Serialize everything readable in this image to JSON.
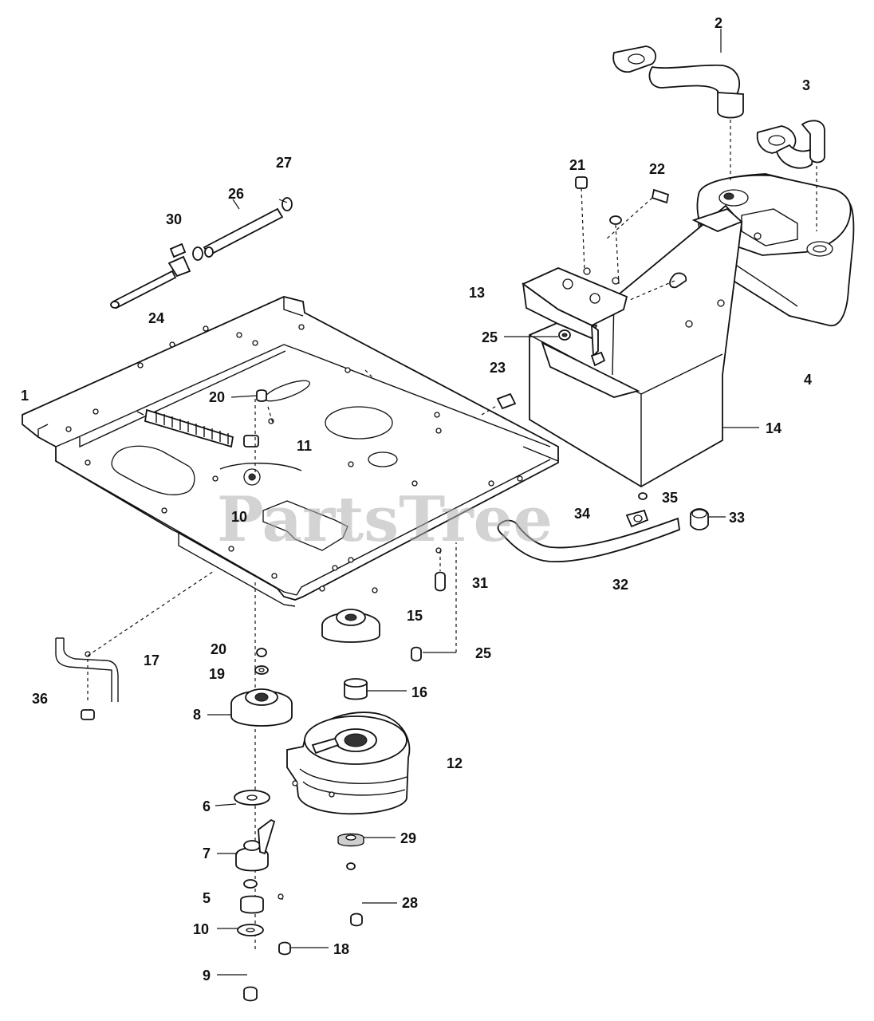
{
  "watermark": "PartsTree",
  "callouts": [
    "1",
    "2",
    "3",
    "4",
    "5",
    "6",
    "7",
    "8",
    "9",
    "10",
    "10",
    "11",
    "12",
    "13",
    "14",
    "15",
    "16",
    "17",
    "19",
    "20",
    "20",
    "21",
    "22",
    "23",
    "24",
    "25",
    "25",
    "26",
    "27",
    "28",
    "29",
    "30",
    "31",
    "32",
    "33",
    "34",
    "35",
    "36",
    "18"
  ],
  "colors": {
    "line": "#111111",
    "background": "#ffffff",
    "watermark": "#b0b0b0"
  }
}
